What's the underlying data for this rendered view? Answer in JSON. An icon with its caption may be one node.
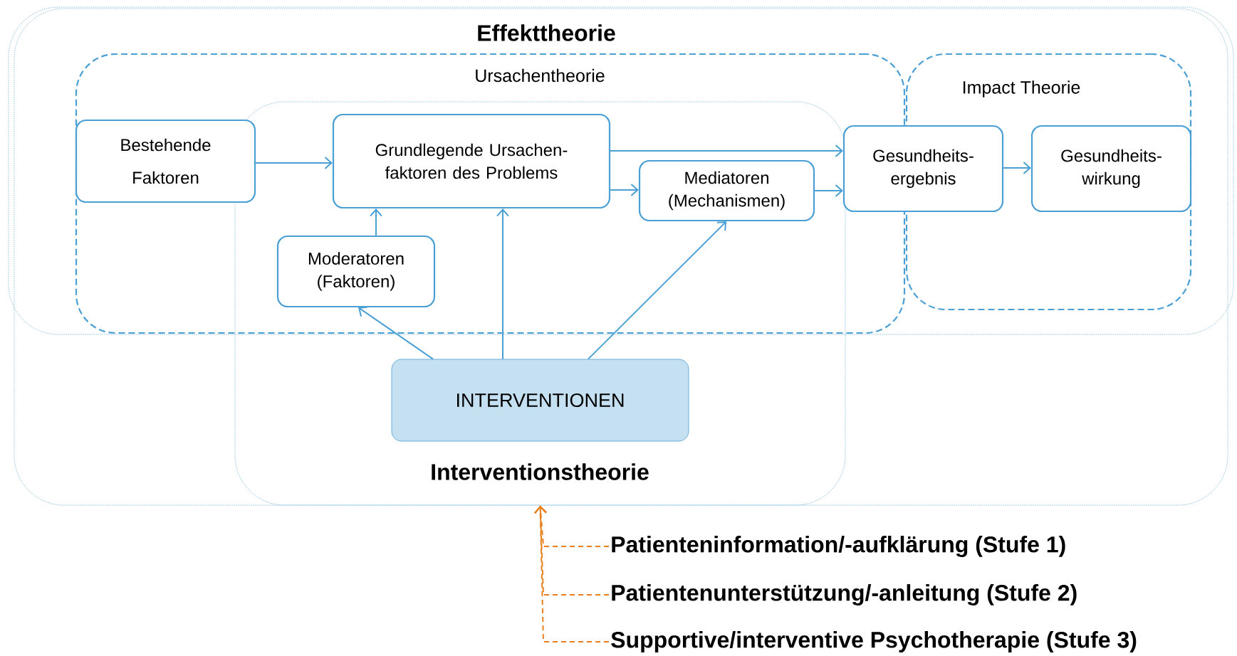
{
  "diagram": {
    "nodes": [
      {
        "text": [
          "Effekttheorie"
        ]
      },
      {
        "text": [
          "Ursachentheorie"
        ],
        "in": 0
      },
      {
        "text": [
          "Impact Theorie"
        ],
        "in": 0
      },
      {
        "text": [
          "Interventionstheorie"
        ]
      },
      {
        "text": [
          "Bestehende Faktoren"
        ],
        "in": 1
      },
      {
        "text": [
          "Grundlegende Ursachen- faktoren des Problems"
        ]
      },
      {
        "text": [
          "Moderatoren (Faktoren)"
        ]
      },
      {
        "text": [
          "Mediatoren (Mechanismen)"
        ]
      },
      {
        "text": [
          "Gesundheits- ergebnis"
        ],
        "in": 0
      },
      {
        "text": [
          "Gesundheits- wirkung"
        ],
        "in": 2
      },
      {
        "text": [
          "INTERVENTIONEN"
        ],
        "in": 3
      },
      {
        "text": [
          "Patienteninformation/-aufklärung (Stufe 1)"
        ]
      },
      {
        "text": [
          "Patientenunterstützung/-anleitung (Stufe 2)"
        ]
      },
      {
        "text": [
          "Supportive/interventive Psychotherapie (Stufe 3)"
        ]
      }
    ],
    "edges": [
      {
        "from": 4,
        "to": 5,
        "arrow": "to"
      },
      {
        "from": 5,
        "to": 8,
        "arrow": "to"
      },
      {
        "from": 5,
        "to": 7,
        "arrow": "to"
      },
      {
        "from": 7,
        "to": 8,
        "arrow": "to"
      },
      {
        "from": 8,
        "to": 9,
        "arrow": "to"
      },
      {
        "from": 6,
        "to": 5,
        "arrow": "to"
      },
      {
        "from": 10,
        "to": 6,
        "arrow": "to"
      },
      {
        "from": 10,
        "to": 5,
        "arrow": "to"
      },
      {
        "from": 10,
        "to": 7,
        "arrow": "to"
      },
      {
        "from": 11,
        "to": 3,
        "arrow": "to",
        "style": "dashed",
        "color": "#e8801e"
      },
      {
        "from": 12,
        "to": 3,
        "arrow": "to",
        "style": "dashed",
        "color": "#e8801e"
      },
      {
        "from": 13,
        "to": 3,
        "arrow": "to",
        "style": "dashed",
        "color": "#e8801e"
      }
    ]
  }
}
